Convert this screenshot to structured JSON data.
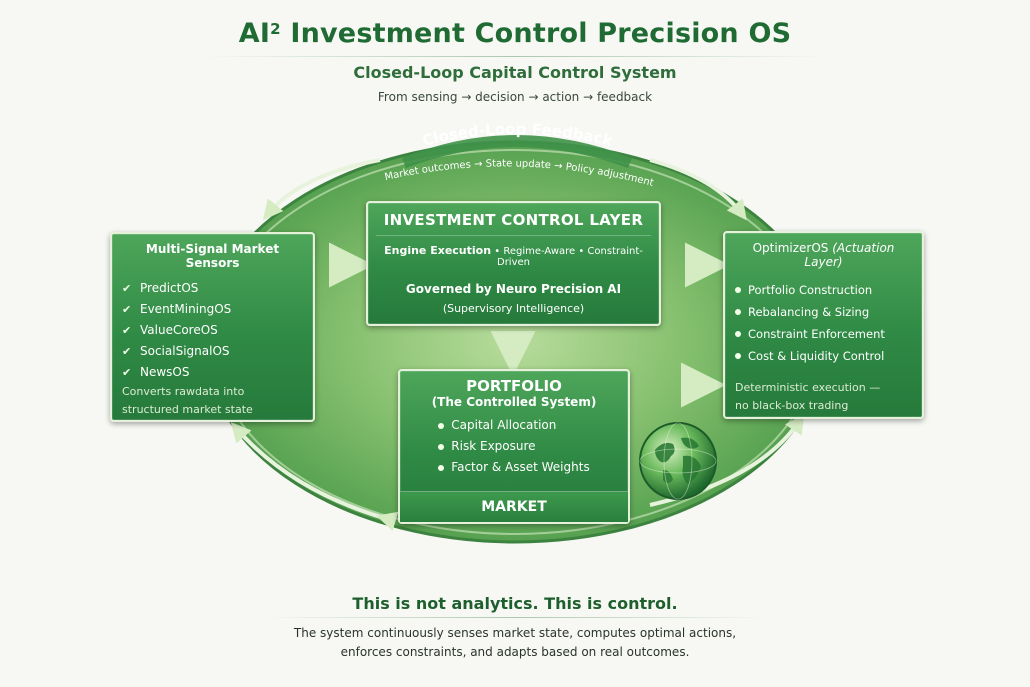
{
  "header": {
    "title_main": "AI",
    "title_sup": "2",
    "title_rest": " Investment Control Precision OS",
    "subtitle": "Closed-Loop Capital Control System",
    "tagline": "From sensing → decision → action → feedback"
  },
  "loop": {
    "label": "Closed-Loop Feedback",
    "sublabel": "Market outcomes → State update → Policy adjustment"
  },
  "sensors": {
    "title": "Multi-Signal Market Sensors",
    "items": [
      "PredictOS",
      "EventMiningOS",
      "ValueCoreOS",
      "SocialSignalOS",
      "NewsOS"
    ],
    "note_line1": "Converts rawdata into",
    "note_line2": "structured market state"
  },
  "control": {
    "title": "INVESTMENT CONTROL LAYER",
    "engine_label": "Engine Execution",
    "engine_detail": " • Regime-Aware • Constraint-Driven",
    "governed": "Governed by Neuro Precision AI",
    "supervisory": "(Supervisory Intelligence)"
  },
  "optimizer": {
    "title": "OptimizerOS",
    "title_paren": "(Actuation Layer)",
    "items": [
      "Portfolio Construction",
      "Rebalancing & Sizing",
      "Constraint Enforcement",
      "Cost & Liquidity Control"
    ],
    "note_line1": "Deterministic execution —",
    "note_line2": "no black-box trading"
  },
  "portfolio": {
    "title": "PORTFOLIO",
    "subtitle": "(The Controlled System)",
    "items": [
      "Capital Allocation",
      "Risk Exposure",
      "Factor & Asset Weights"
    ],
    "market": "MARKET"
  },
  "footer": {
    "headline": "This is not analytics. This is control.",
    "desc_line1": "The system continuously senses market state, computes optimal actions,",
    "desc_line2": "enforces constraints, and adapts based on real outcomes."
  },
  "colors": {
    "brand_green": "#1f6b33",
    "box_green": "#2f8a45",
    "ellipse_light": "#a9d38f",
    "ellipse_dark": "#4e9a4a"
  },
  "icons": [
    "check-icon",
    "dot-icon",
    "globe-icon",
    "arrow-right-icon",
    "arrow-down-icon"
  ]
}
